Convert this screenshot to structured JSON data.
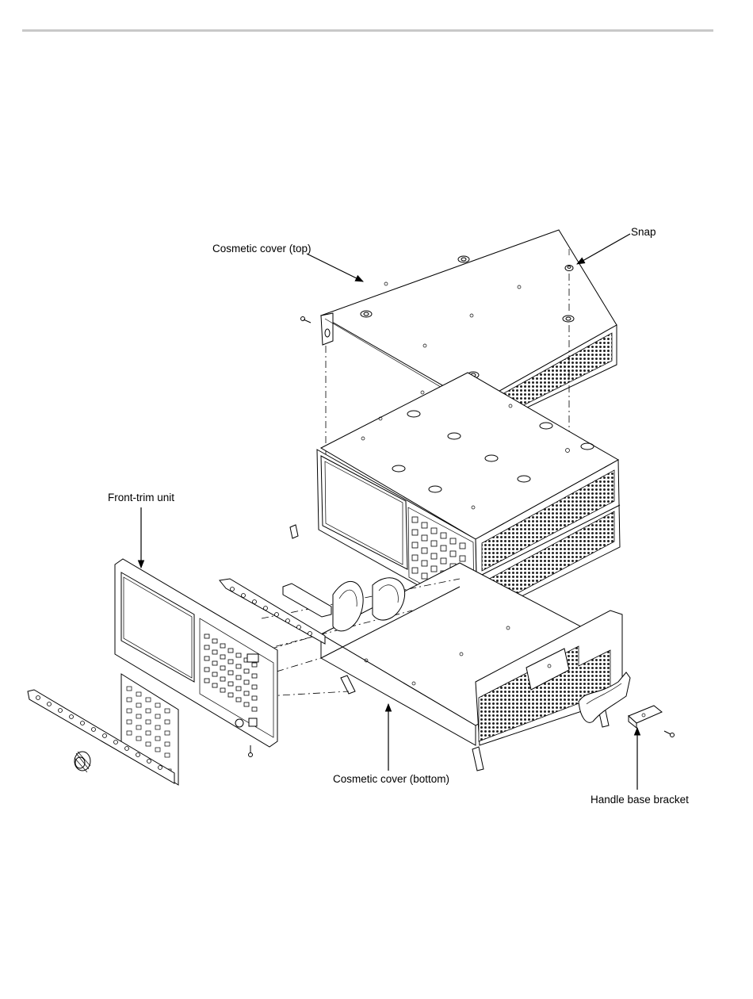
{
  "diagram": {
    "callouts": {
      "cover_top": "Cosmetic cover (top)",
      "snap": "Snap",
      "front_trim": "Front-trim unit",
      "cover_bottom": "Cosmetic cover (bottom)",
      "handle_bracket": "Handle base bracket"
    }
  }
}
